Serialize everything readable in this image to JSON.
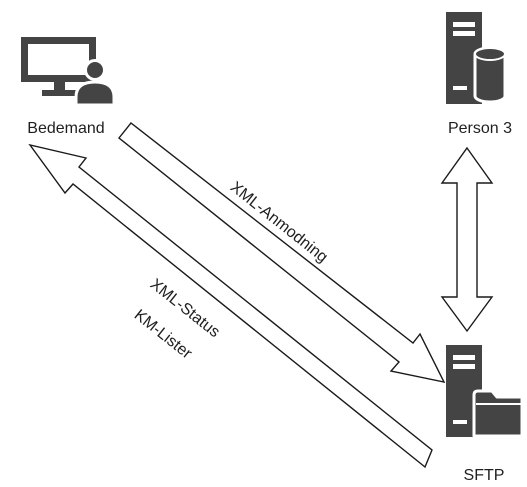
{
  "nodes": {
    "bedemand": {
      "label": "Bedemand",
      "icon": "user-computer-icon"
    },
    "person3": {
      "label": "Person 3",
      "icon": "database-server-icon"
    },
    "sftp": {
      "label": "SFTP",
      "icon": "file-server-icon"
    }
  },
  "edges": {
    "request": {
      "label": "XML-Anmodning"
    },
    "status": {
      "label_line1": "XML-Status",
      "label_line2": "KM-Lister"
    }
  },
  "colors": {
    "icon": "#444444",
    "stroke": "#1a1a1a",
    "text": "#1f1f1f",
    "background": "#ffffff"
  }
}
